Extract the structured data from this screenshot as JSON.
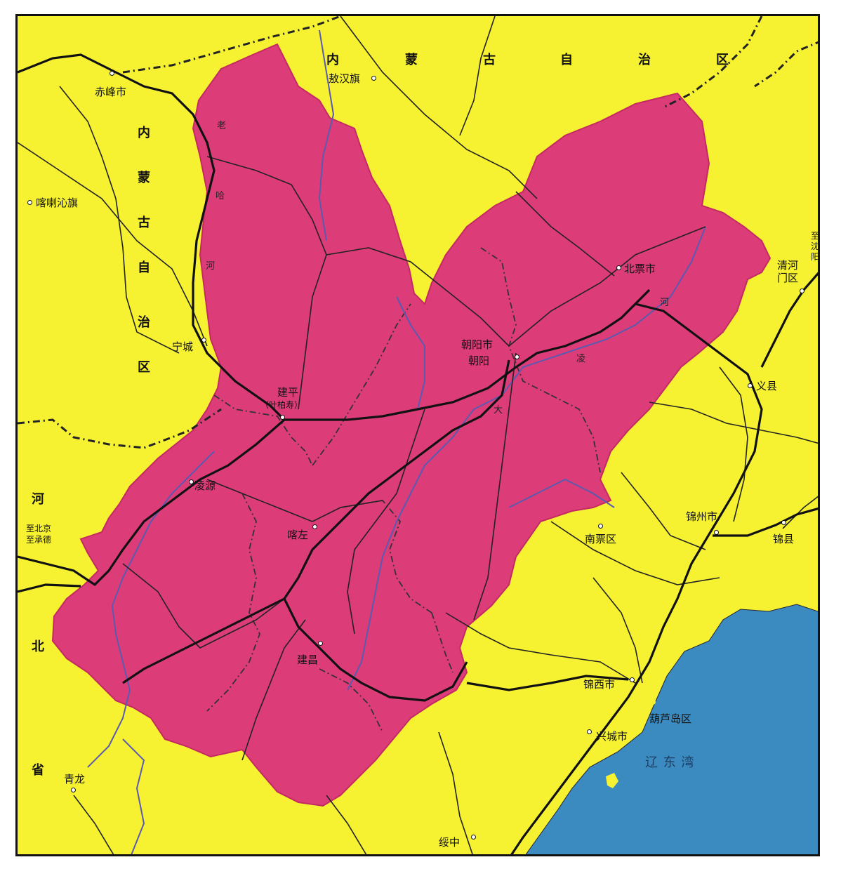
{
  "colors": {
    "land_other": "#f6f232",
    "chaoyang_region": "#dc3c78",
    "sea": "#3b8ac0",
    "rail": "#111111",
    "road": "#222222",
    "river": "#5a5ab0",
    "boundary": "#222222"
  },
  "labels": {
    "inner_mongolia_top": [
      "内",
      "蒙",
      "古",
      "自",
      "治",
      "区"
    ],
    "inner_mongolia_left": [
      "内",
      "蒙",
      "古",
      "自",
      "治",
      "区"
    ],
    "hebei": [
      "河",
      "北",
      "省"
    ],
    "laoha_river": [
      "老",
      "哈",
      "河"
    ],
    "daling_river": [
      "大",
      "凌",
      "河"
    ],
    "sea_name": "辽 东 湾",
    "cities": {
      "chifeng": "赤峰市",
      "aohan": "敖汉旗",
      "harqin": "喀喇沁旗",
      "ningcheng": "宁城",
      "jianping": "建平",
      "jianping_sub": "（叶柏寿）",
      "lingyuan": "凌源",
      "kazuo": "喀左",
      "jianchang": "建昌",
      "chaoyang_city": "朝阳市",
      "chaoyang": "朝阳",
      "beipiao": "北票市",
      "qinghemen": "清河\n门区",
      "to_shenyang": "至\n沈\n阳",
      "yixian": "义县",
      "jinzhou": "锦州市",
      "jinxian": "锦县",
      "nanpiao": "南票区",
      "jinxi": "锦西市",
      "huludao": "葫芦岛区",
      "xingcheng": "兴城市",
      "suizhong": "绥中",
      "qinglong": "青龙",
      "to_beijing": "至北京",
      "to_chengde": "至承德"
    }
  }
}
